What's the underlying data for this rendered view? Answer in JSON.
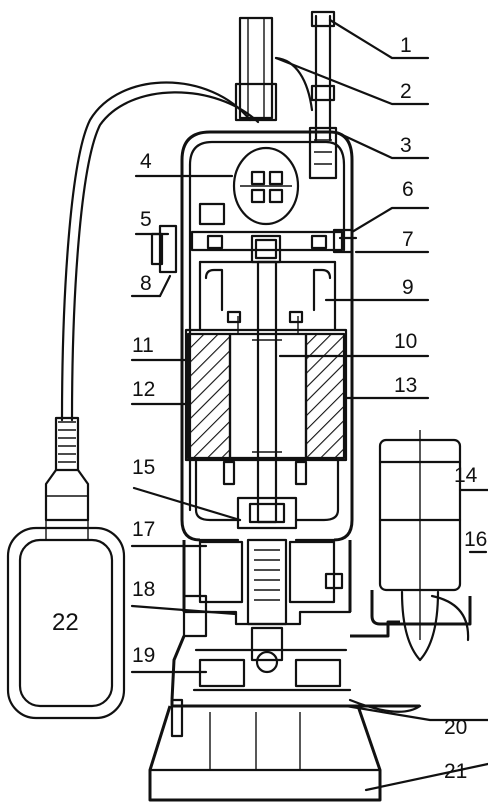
{
  "labels": [
    {
      "id": "1",
      "text": "1"
    },
    {
      "id": "2",
      "text": "2"
    },
    {
      "id": "3",
      "text": "3"
    },
    {
      "id": "4",
      "text": "4"
    },
    {
      "id": "5",
      "text": "5"
    },
    {
      "id": "6",
      "text": "6"
    },
    {
      "id": "7",
      "text": "7"
    },
    {
      "id": "8",
      "text": "8"
    },
    {
      "id": "9",
      "text": "9"
    },
    {
      "id": "10",
      "text": "10"
    },
    {
      "id": "11",
      "text": "11"
    },
    {
      "id": "12",
      "text": "12"
    },
    {
      "id": "13",
      "text": "13"
    },
    {
      "id": "14",
      "text": "14"
    },
    {
      "id": "15",
      "text": "15"
    },
    {
      "id": "16",
      "text": "16"
    },
    {
      "id": "17",
      "text": "17"
    },
    {
      "id": "18",
      "text": "18"
    },
    {
      "id": "19",
      "text": "19"
    },
    {
      "id": "20",
      "text": "20"
    },
    {
      "id": "21",
      "text": "21"
    },
    {
      "id": "22",
      "text": "22"
    }
  ],
  "colors": {
    "ink": "#111111",
    "paper": "#ffffff"
  }
}
